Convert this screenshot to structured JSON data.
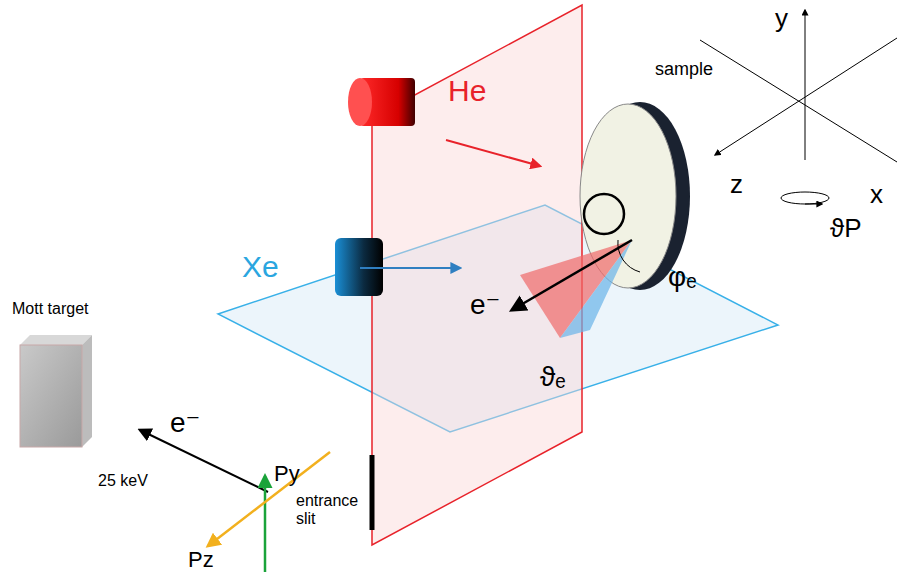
{
  "diagram": {
    "labels": [
      "He",
      "Xe",
      "sample",
      "y",
      "z",
      "x",
      "ϑP",
      "φₑ",
      "ϑₑ",
      "e⁻",
      "Mott target",
      "e⁻",
      "25 keV",
      "Py",
      "Pz",
      "entrance slit"
    ]
  }
}
